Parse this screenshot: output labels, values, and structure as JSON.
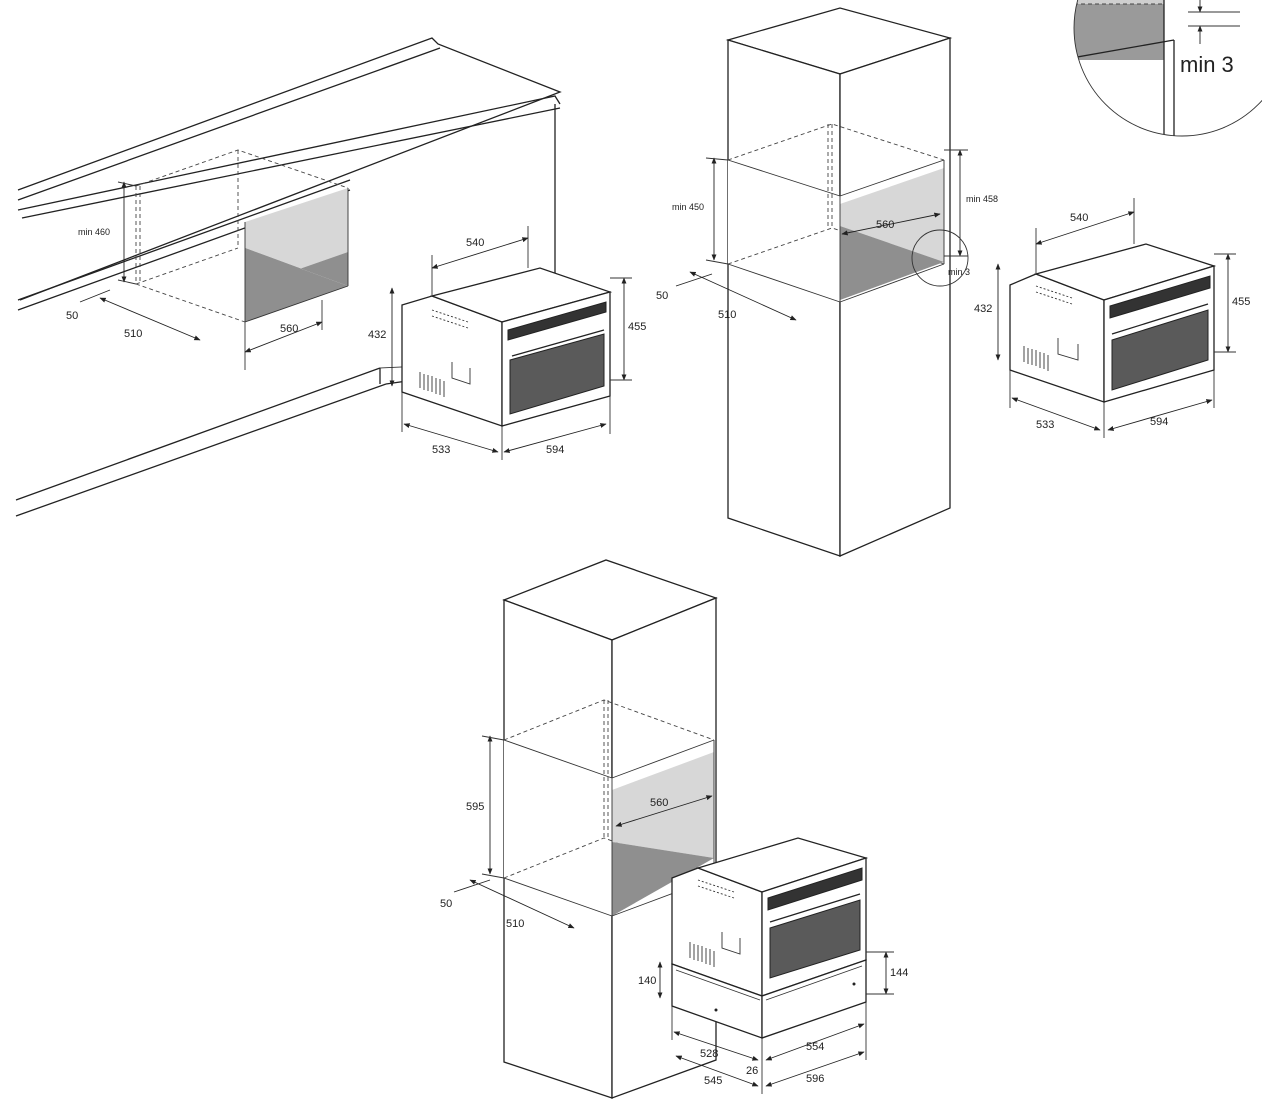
{
  "diagram": {
    "view1": {
      "dims": {
        "min460": "min 460",
        "d50": "50",
        "d510": "510",
        "d560": "560",
        "d540": "540",
        "d432": "432",
        "d455": "455",
        "d533": "533",
        "d594": "594"
      }
    },
    "view2": {
      "dims": {
        "min450": "min 450",
        "min458": "min 458",
        "d560": "560",
        "min3": "min 3",
        "d50": "50",
        "d510": "510",
        "d540": "540",
        "d432": "432",
        "d455": "455",
        "d533": "533",
        "d594": "594"
      },
      "detail": {
        "min3_label": "min 3"
      }
    },
    "view3": {
      "dims": {
        "d595": "595",
        "d560": "560",
        "d50": "50",
        "d510": "510",
        "d140": "140",
        "d144": "144",
        "d528": "528",
        "d554": "554",
        "d26": "26",
        "d545": "545",
        "d596": "596"
      }
    }
  }
}
